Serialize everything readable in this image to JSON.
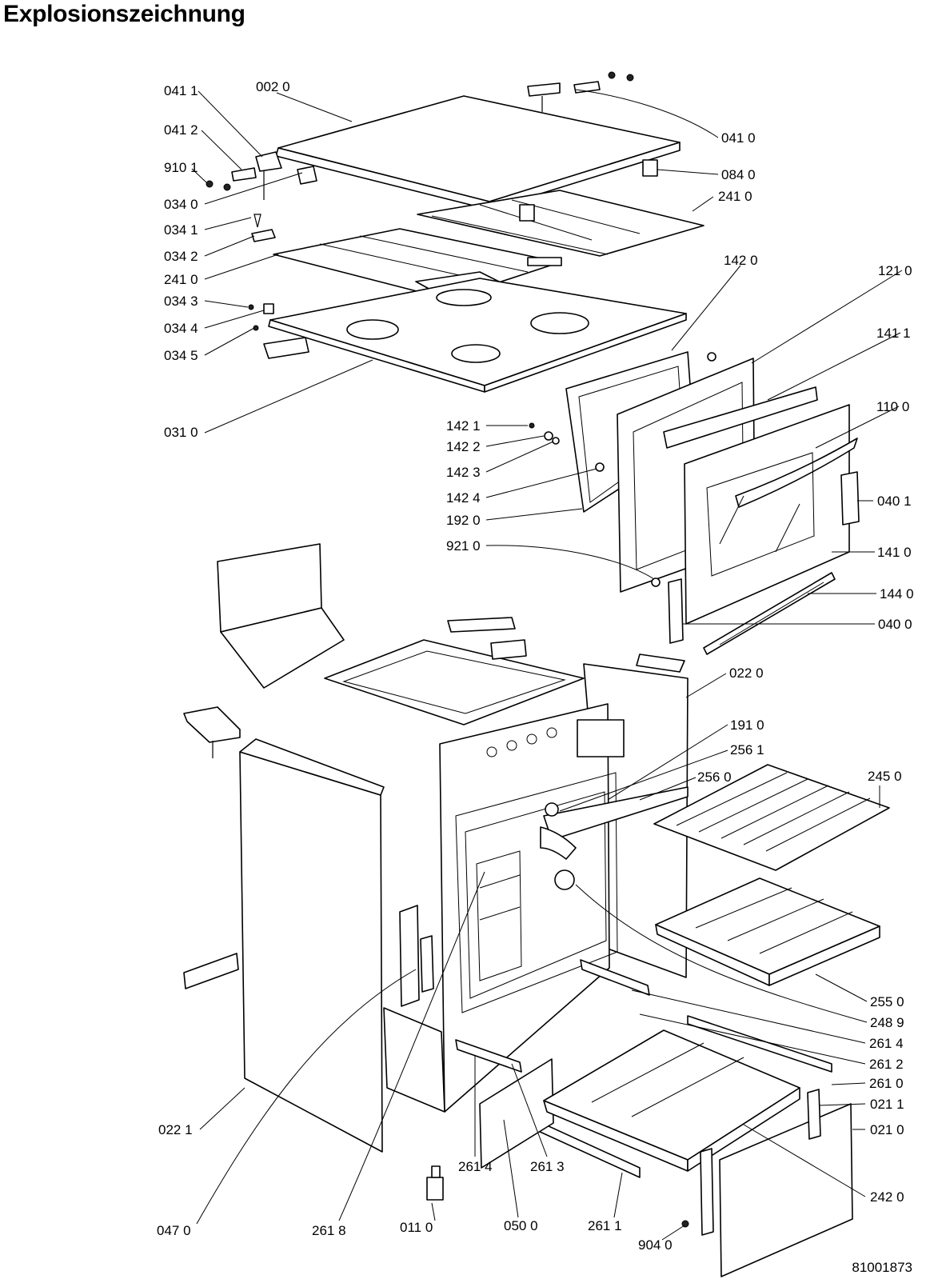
{
  "title": "Explosionszeichnung",
  "drawing_number": "81001873",
  "labels": {
    "p0411": "041 1",
    "p0020": "002 0",
    "p0412": "041 2",
    "p9101": "910 1",
    "p0340": "034 0",
    "p0341": "034 1",
    "p0342": "034 2",
    "p2410a": "241 0",
    "p0343": "034 3",
    "p0344": "034 4",
    "p0345": "034 5",
    "p0310": "031 0",
    "p0410": "041 0",
    "p0840": "084 0",
    "p2410b": "241 0",
    "p1420": "142 0",
    "p1210": "121 0",
    "p1411": "141 1",
    "p1100": "110 0",
    "p1421": "142 1",
    "p1422": "142 2",
    "p1423": "142 3",
    "p1424": "142 4",
    "p1920": "192 0",
    "p9210": "921 0",
    "p0401": "040 1",
    "p1410": "141 0",
    "p1440": "144 0",
    "p0400": "040 0",
    "p0220": "022 0",
    "p1910": "191 0",
    "p2561": "256 1",
    "p2560": "256 0",
    "p2450": "245 0",
    "p2550": "255 0",
    "p2489": "248 9",
    "p2614a": "261 4",
    "p2612": "261 2",
    "p2610": "261 0",
    "p0211": "021 1",
    "p0210": "021 0",
    "p0221": "022 1",
    "p2420": "242 0",
    "p2614b": "261 4",
    "p2613": "261 3",
    "p0470": "047 0",
    "p2618": "261 8",
    "p0110": "011 0",
    "p0500": "050 0",
    "p2611": "261 1",
    "p9040": "904 0"
  }
}
